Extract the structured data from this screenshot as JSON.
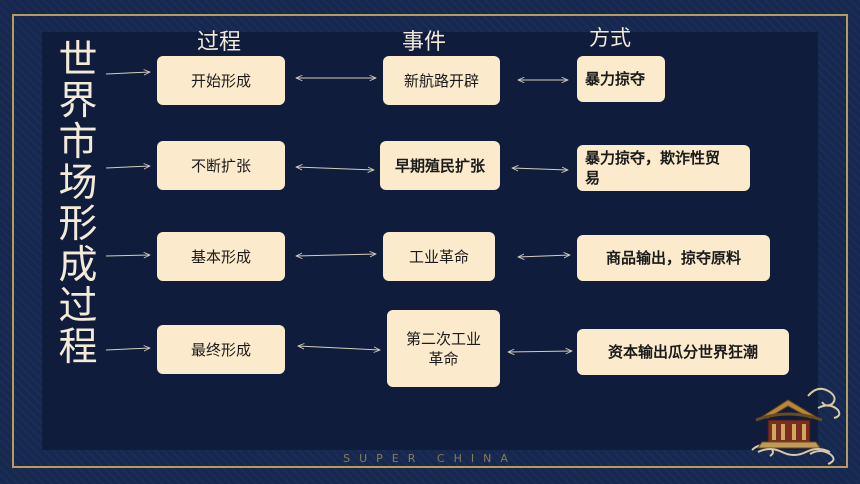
{
  "title": "世界市场形成过程",
  "headers": {
    "process": "过程",
    "event": "事件",
    "method": "方式"
  },
  "rows": [
    {
      "process": "开始形成",
      "event": "新航路开辟",
      "method": "暴力掠夺"
    },
    {
      "process": "不断扩张",
      "event": "早期殖民扩张",
      "method": "暴力掠夺，欺诈性贸易"
    },
    {
      "process": "基本形成",
      "event": "工业革命",
      "method": "商品输出，掠夺原料"
    },
    {
      "process": "最终形成",
      "event": "第二次工业革命",
      "method": "资本输出瓜分世界狂潮"
    }
  ],
  "footer": "SUPER CHINA",
  "colors": {
    "box": "#fbeacb",
    "gold": "#b79a5e",
    "background": "#14254a",
    "text": "#f3ead8"
  },
  "decoration_icon": "pavilion-cloud-icon"
}
